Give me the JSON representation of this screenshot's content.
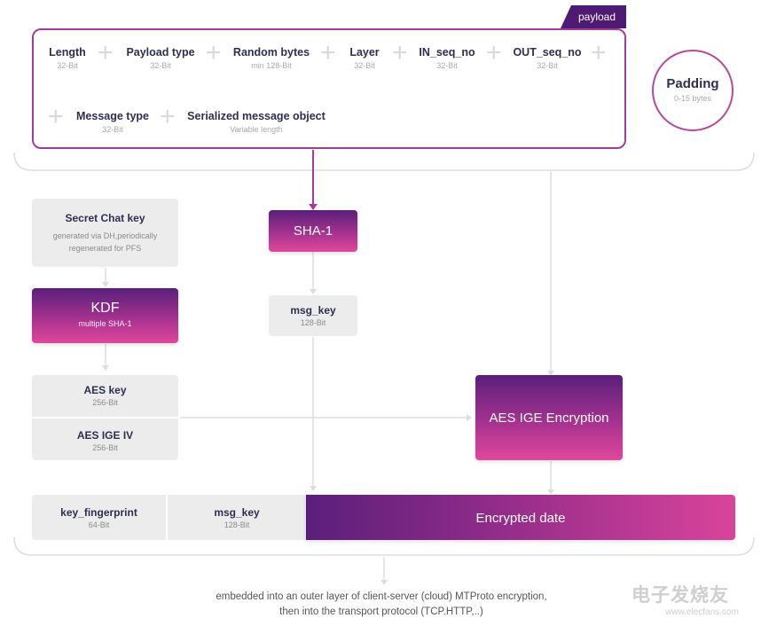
{
  "payload": {
    "tab_label": "payload",
    "row1": [
      {
        "name": "Length",
        "sub": "32-Bit"
      },
      {
        "name": "Payload type",
        "sub": "32-Bit"
      },
      {
        "name": "Random bytes",
        "sub": "min 128-Bit"
      },
      {
        "name": "Layer",
        "sub": "32-Bit"
      },
      {
        "name": "IN_seq_no",
        "sub": "32-Bit"
      },
      {
        "name": "OUT_seq_no",
        "sub": "32-Bit"
      }
    ],
    "row2": [
      {
        "name": "Message type",
        "sub": "32-Bit"
      },
      {
        "name": "Serialized message object",
        "sub": "Variable length"
      }
    ],
    "plus_glyph": "+"
  },
  "padding": {
    "title": "Padding",
    "sub": "0-15 bytes"
  },
  "secret_chat_key": {
    "title": "Secret Chat key",
    "sub_line1": "generated via DH,periodically",
    "sub_line2": "regenerated for PFS"
  },
  "kdf": {
    "title": "KDF",
    "sub": "multiple SHA-1"
  },
  "sha1": {
    "title": "SHA-1"
  },
  "msg_key_mid": {
    "title": "msg_key",
    "sub": "128-Bit"
  },
  "aes_key": {
    "title": "AES key",
    "sub": "256-Bit"
  },
  "aes_iv": {
    "title": "AES IGE IV",
    "sub": "256-Bit"
  },
  "aes_enc": {
    "title": "AES IGE Encryption"
  },
  "bottom_row": {
    "fingerprint": {
      "title": "key_fingerprint",
      "sub": "64-Bit"
    },
    "msg_key": {
      "title": "msg_key",
      "sub": "128-Bit"
    },
    "encrypted": {
      "title": "Encrypted date"
    }
  },
  "footer": {
    "line1": "embedded into an outer layer of client-server (cloud) MTProto encryption,",
    "line2": "then into the transport protocol (TCP.HTTP,..)"
  },
  "watermark": {
    "main": "电子发烧友",
    "sub": "www.elecfans.com"
  },
  "colors": {
    "accent": "#a23c98",
    "dark_purple": "#4f1a73",
    "pink": "#e0479b",
    "line_gray": "#dddddd"
  }
}
